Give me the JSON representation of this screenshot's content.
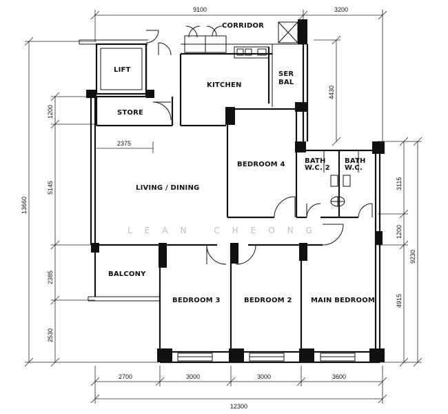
{
  "rooms": {
    "corridor": "CORRIDOR",
    "lift": "LIFT",
    "kitchen": "KITCHEN",
    "ser_bal_1": "SER",
    "ser_bal_2": "BAL",
    "store": "STORE",
    "bedroom4": "BEDROOM 4",
    "bath1_1": "BATH",
    "bath1_2": "W.C. 2",
    "bath2_1": "BATH",
    "bath2_2": "W.C.",
    "living": "LIVING / DINING",
    "balcony": "BALCONY",
    "bedroom3": "BEDROOM 3",
    "bedroom2": "BEDROOM 2",
    "main_bedroom": "MAIN BEDROOM"
  },
  "dimensions": {
    "top_left": "9100",
    "top_right": "3200",
    "left_overall": "13660",
    "left_1200": "1200",
    "left_5145": "5145",
    "left_2385": "2385",
    "left_2530": "2530",
    "inner_2375": "2375",
    "right_4430": "4430",
    "right_3115": "3115",
    "right_1200": "1200",
    "right_9230": "9230",
    "right_4915": "4915",
    "bottom_2700": "2700",
    "bottom_3000a": "3000",
    "bottom_3000b": "3000",
    "bottom_3600": "3600",
    "bottom_overall": "12300"
  },
  "watermark": "LEAN CHEONG"
}
